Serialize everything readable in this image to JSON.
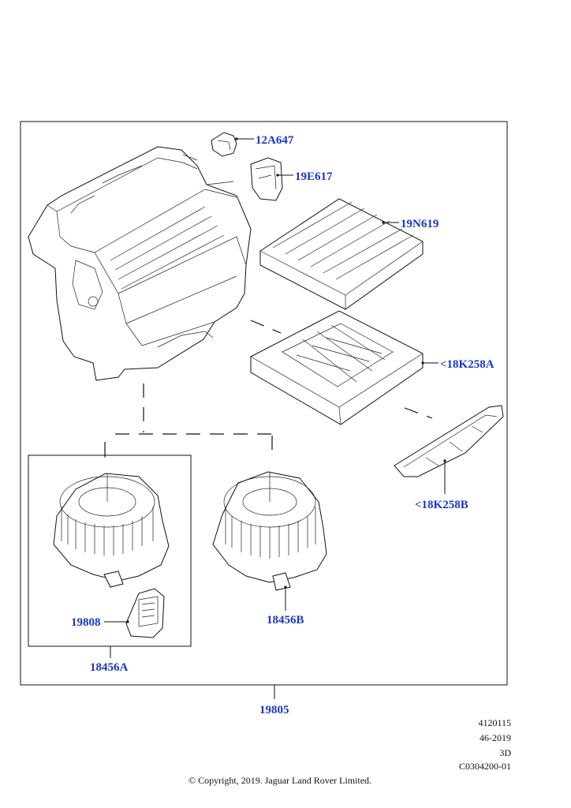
{
  "labels": {
    "p12A647": "12A647",
    "p19E617": "19E617",
    "p19N619": "19N619",
    "p18K258A": "<18K258A",
    "p18K258B": "<18K258B",
    "p19808": "19808",
    "p18456A": "18456A",
    "p18456B": "18456B",
    "p19805": "19805"
  },
  "meta": {
    "line1": "4120115",
    "line2": "46-2019",
    "line3": "3D",
    "line4": "C0304200-01"
  },
  "copyright": "© Copyright, 2019. Jaguar Land Rover Limited.",
  "colors": {
    "label": "#1a35c8",
    "line": "#111111"
  }
}
